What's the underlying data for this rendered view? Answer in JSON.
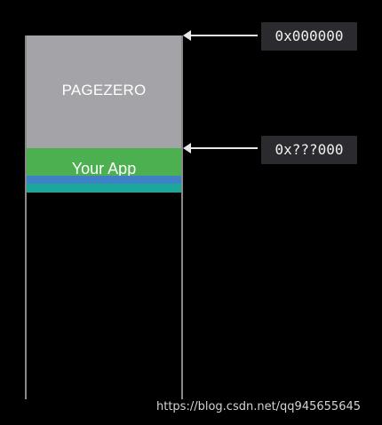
{
  "segments": {
    "pagezero": "PAGEZERO",
    "app": "Your App"
  },
  "addresses": {
    "top": "0x000000",
    "app_start": "0x???000"
  },
  "watermark": "https://blog.csdn.net/qq945655645",
  "colors": {
    "background": "#000000",
    "pagezero": "#a3a3a8",
    "app": "#4caf50",
    "blue_segment": "#3f80c6",
    "teal_segment": "#1aa89a",
    "address_box": "#2b2b2f"
  }
}
